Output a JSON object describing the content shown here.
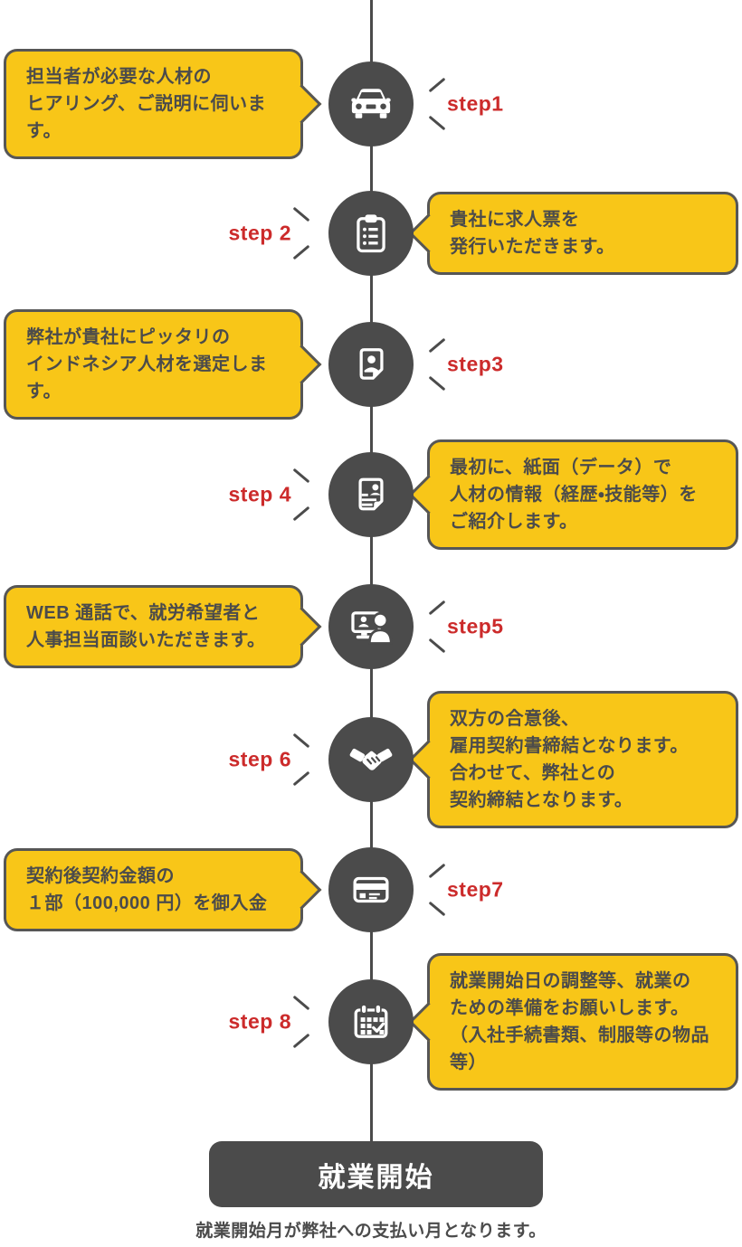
{
  "colors": {
    "bubble_yellow": "#f8c618",
    "bubble_border": "#565656",
    "node_dark": "#4b4b4b",
    "step_label_red": "#cc2b2b",
    "icon_white": "#ffffff"
  },
  "steps": [
    {
      "label": "step1",
      "icon": "car-icon",
      "bubble_side": "left",
      "text": "担当者が必要な人材の\nヒアリング、ご説明に伺います。"
    },
    {
      "label": "step 2",
      "icon": "clipboard-icon",
      "bubble_side": "right",
      "text": "貴社に求人票を\n発行いただきます。"
    },
    {
      "label": "step3",
      "icon": "id-card-icon",
      "bubble_side": "left",
      "text": "弊社が貴社にピッタリの\nインドネシア人材を選定します。"
    },
    {
      "label": "step 4",
      "icon": "resume-icon",
      "bubble_side": "right",
      "text": "最初に、紙面（データ）で\n人材の情報（経歴・技能等）を\nご紹介します。"
    },
    {
      "label": "step5",
      "icon": "video-call-icon",
      "bubble_side": "left",
      "text": "WEB 通話で、就労希望者と\n人事担当面談いただきます。"
    },
    {
      "label": "step 6",
      "icon": "handshake-icon",
      "bubble_side": "right",
      "text": "双方の合意後、\n雇用契約書締結となります。\n合わせて、弊社との\n契約締結となります。"
    },
    {
      "label": "step7",
      "icon": "credit-card-icon",
      "bubble_side": "left",
      "text": "契約後契約金額の\n１部（100,000 円）を御入金"
    },
    {
      "label": "step 8",
      "icon": "calendar-icon",
      "bubble_side": "right",
      "text": "就業開始日の調整等、就業の\nための準備をお願いします。\n（入社手続書類、制服等の物品等）"
    }
  ],
  "goal": {
    "title": "就業開始"
  },
  "footer": {
    "note": "就業開始月が弊社への支払い月となります。"
  }
}
